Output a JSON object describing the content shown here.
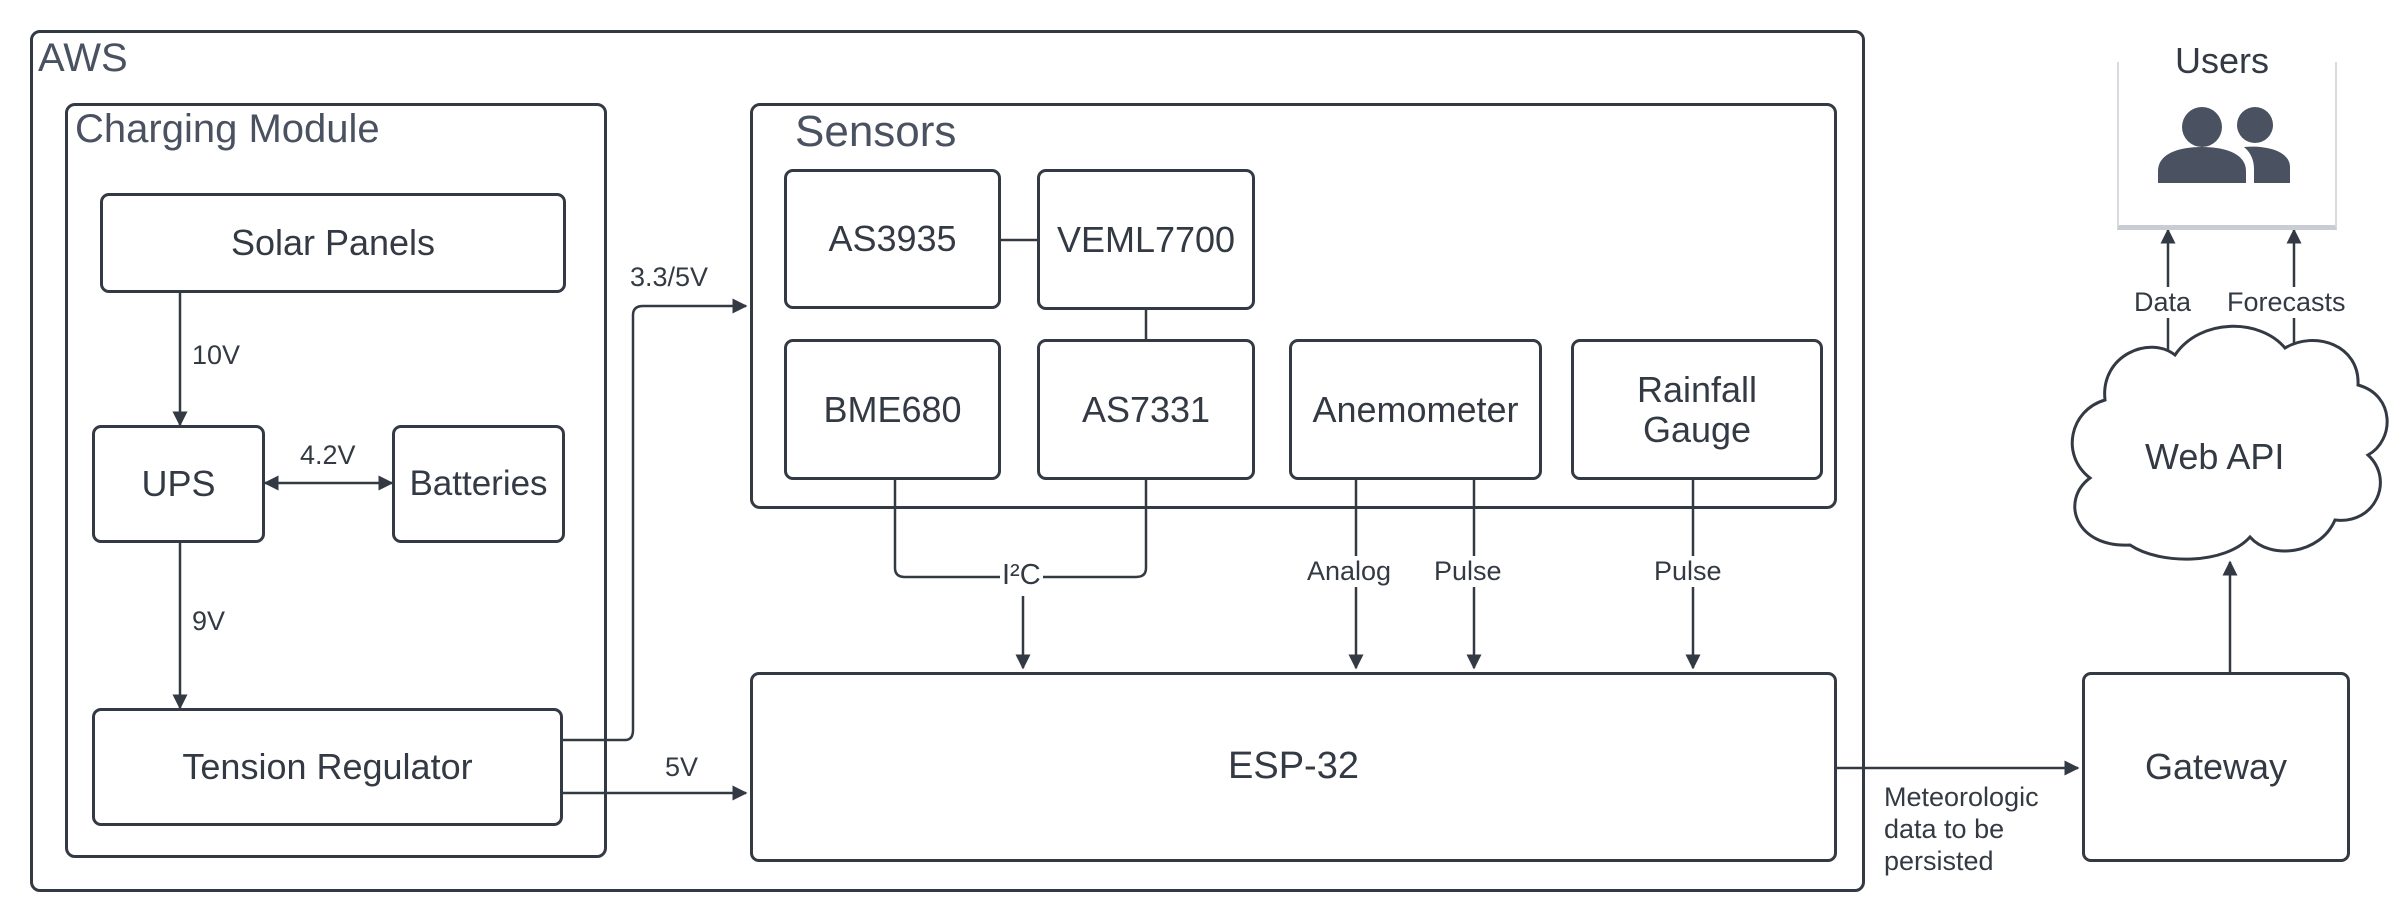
{
  "containers": {
    "aws": "AWS",
    "charging_module": "Charging Module",
    "sensors": "Sensors"
  },
  "nodes": {
    "solar_panels": "Solar Panels",
    "ups": "UPS",
    "batteries": "Batteries",
    "tension_regulator": "Tension Regulator",
    "as3935": "AS3935",
    "veml7700": "VEML7700",
    "bme680": "BME680",
    "as7331": "AS7331",
    "anemometer": "Anemometer",
    "rainfall_gauge": "Rainfall\nGauge",
    "esp32": "ESP-32",
    "gateway": "Gateway",
    "web_api": "Web API",
    "users": "Users"
  },
  "edge_labels": {
    "solar_to_ups": "10V",
    "ups_batteries": "4.2V",
    "ups_to_regulator": "9V",
    "regulator_to_sensors": "3.3/5V",
    "regulator_to_esp": "5V",
    "i2c": "I²C",
    "analog": "Analog",
    "pulse_anemometer": "Pulse",
    "pulse_rainfall": "Pulse",
    "esp_to_gateway": "Meteorologic\ndata to be\npersisted",
    "api_to_users_data": "Data",
    "api_to_users_forecasts": "Forecasts"
  },
  "icons": {
    "users": "users-group-icon",
    "web_api": "cloud-icon"
  },
  "colors": {
    "stroke": "#333a44",
    "text": "#333a44",
    "icon": "#4a5160",
    "card_border": "#c9ccd2"
  }
}
